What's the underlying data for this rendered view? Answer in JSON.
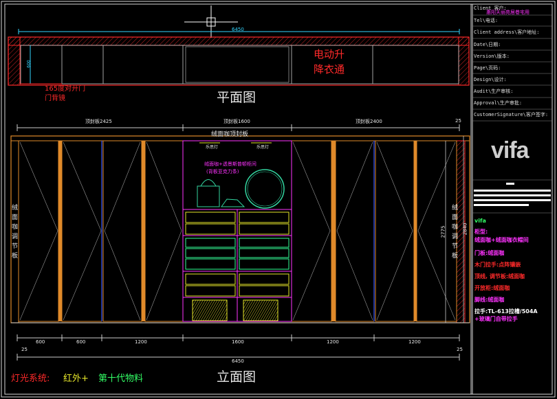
{
  "colors": {
    "background": "#000000",
    "frame": "#d8d8d8",
    "red": "#ff2a2a",
    "magenta": "#ff33ff",
    "cyan": "#33d6ff",
    "orange": "#e08a2a",
    "blue": "#3355ff",
    "yellow": "#e6e62a",
    "green": "#33ff66",
    "white": "#e8e8e8"
  },
  "plan_view": {
    "title": "平面图",
    "dim_total": "6450",
    "dim_depth": "600",
    "electric_rod_line1": "电动升",
    "electric_rod_line2": "降衣通",
    "door_note_line1": "165度对开门",
    "door_note_line2": "门背镜"
  },
  "elevation_view": {
    "title": "立面图",
    "top_dim_left": "顶封板2425",
    "top_dim_mid": "顶封板1600",
    "top_dim_right": "顶封板2400",
    "top_dim_end": "25",
    "valance_label": "绒面咖顶封板",
    "light_left": "乐思灯",
    "light_right": "乐思灯",
    "shelf_note_line1": "绒面咖+透景斯普顿柜间",
    "shelf_note_line2": "(背板亚克力条)",
    "left_side_label": [
      "绒",
      "面",
      "咖",
      "调",
      "节",
      "板"
    ],
    "right_side_label": [
      "绒",
      "面",
      "咖",
      "调",
      "节",
      "板"
    ],
    "height_dim_1": "2775",
    "height_dim_2": "2840",
    "bottom_dims": [
      "600",
      "600",
      "1200",
      "1600",
      "1200",
      "1200"
    ],
    "bottom_dim_left_end": "25",
    "bottom_dim_right_end": "25",
    "bottom_total": "6450"
  },
  "lighting": {
    "label": "灯光系统:",
    "value": "红外+",
    "extra": "第十代物料"
  },
  "title_block": {
    "rows": [
      "Client 客户:",
      "Tel\\电话:",
      "Client address\\客户地址:",
      "Date\\日期:",
      "Version\\版本:",
      "Page\\页码:",
      "Design\\设计:",
      "Audit\\生产审核:",
      "Approval\\生产审批:",
      "CustomerSignature\\客户签字:"
    ],
    "client_value": "惠阳天丽苑居巷宅用",
    "logo": "vifa",
    "section_label": "vifa",
    "specs": [
      {
        "text": "柜型:",
        "color": "#ff33ff"
      },
      {
        "text": "绒面咖+绒面咖衣帽间",
        "color": "#ff33ff"
      },
      {
        "text": "门板:绒面咖",
        "color": "#ff33ff"
      },
      {
        "text": "木门拉手:点阵镶嵌",
        "color": "#ff2a2a"
      },
      {
        "text": "顶线, 调节板:绒面咖",
        "color": "#ff2a2a"
      },
      {
        "text": "开放柜:绒面咖",
        "color": "#ff2a2a"
      },
      {
        "text": "脚线:绒面咖",
        "color": "#ff33ff"
      },
      {
        "text": "拉手:TL-613拉槽/504A",
        "color": "#ffffff"
      },
      {
        "text": "+玻璃门自带拉手",
        "color": "#ff33ff"
      }
    ]
  }
}
